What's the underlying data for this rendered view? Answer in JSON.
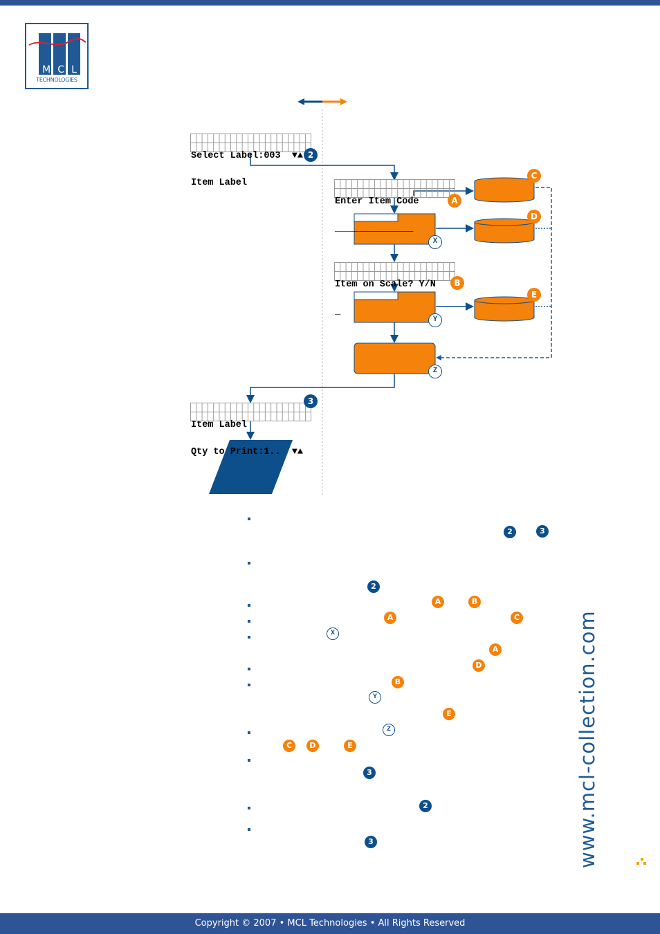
{
  "logo": {
    "letters": [
      "M",
      "C",
      "L"
    ],
    "subtitle": "TECHNOLOGIES"
  },
  "diagram": {
    "screen_select_label": {
      "line1": "Select Label:003  ▼▲",
      "line2": "Item Label"
    },
    "screen_enter_item_code": {
      "line1": "Enter Item Code",
      "line2": "______________"
    },
    "screen_item_on_scale": {
      "line1": "Item on Scale? Y/N",
      "line2": "_"
    },
    "screen_qty_to_print": {
      "line1": "Item Label",
      "line2": "Qty to Print:1..  ▼▲"
    },
    "step_badges": [
      "2",
      "3"
    ],
    "letter_badges": [
      "A",
      "B",
      "C",
      "D",
      "E"
    ],
    "process_badges": [
      "X",
      "Y",
      "Z"
    ]
  },
  "notes": {
    "row1": [
      "2",
      "3"
    ],
    "row2": [
      "2"
    ],
    "row3": [
      "A",
      "B"
    ],
    "row4": [
      "A",
      "C"
    ],
    "row5": [
      "X"
    ],
    "row6": [
      "A"
    ],
    "row7": [
      "D"
    ],
    "row8": [
      "B"
    ],
    "row9": [
      "Y"
    ],
    "row10": [
      "E"
    ],
    "row11": [
      "Z"
    ],
    "row12": [
      "C",
      "D",
      "E"
    ],
    "row13": [
      "3"
    ],
    "row14": [
      "2"
    ],
    "row15": [
      "3"
    ]
  },
  "side_url": "www.mcl-collection.com",
  "footer": "Copyright © 2007 • MCL Technologies • All Rights Reserved",
  "colors": {
    "brand_blue": "#2f5496",
    "dark_blue": "#0d4f8b",
    "orange": "#f5820a"
  }
}
